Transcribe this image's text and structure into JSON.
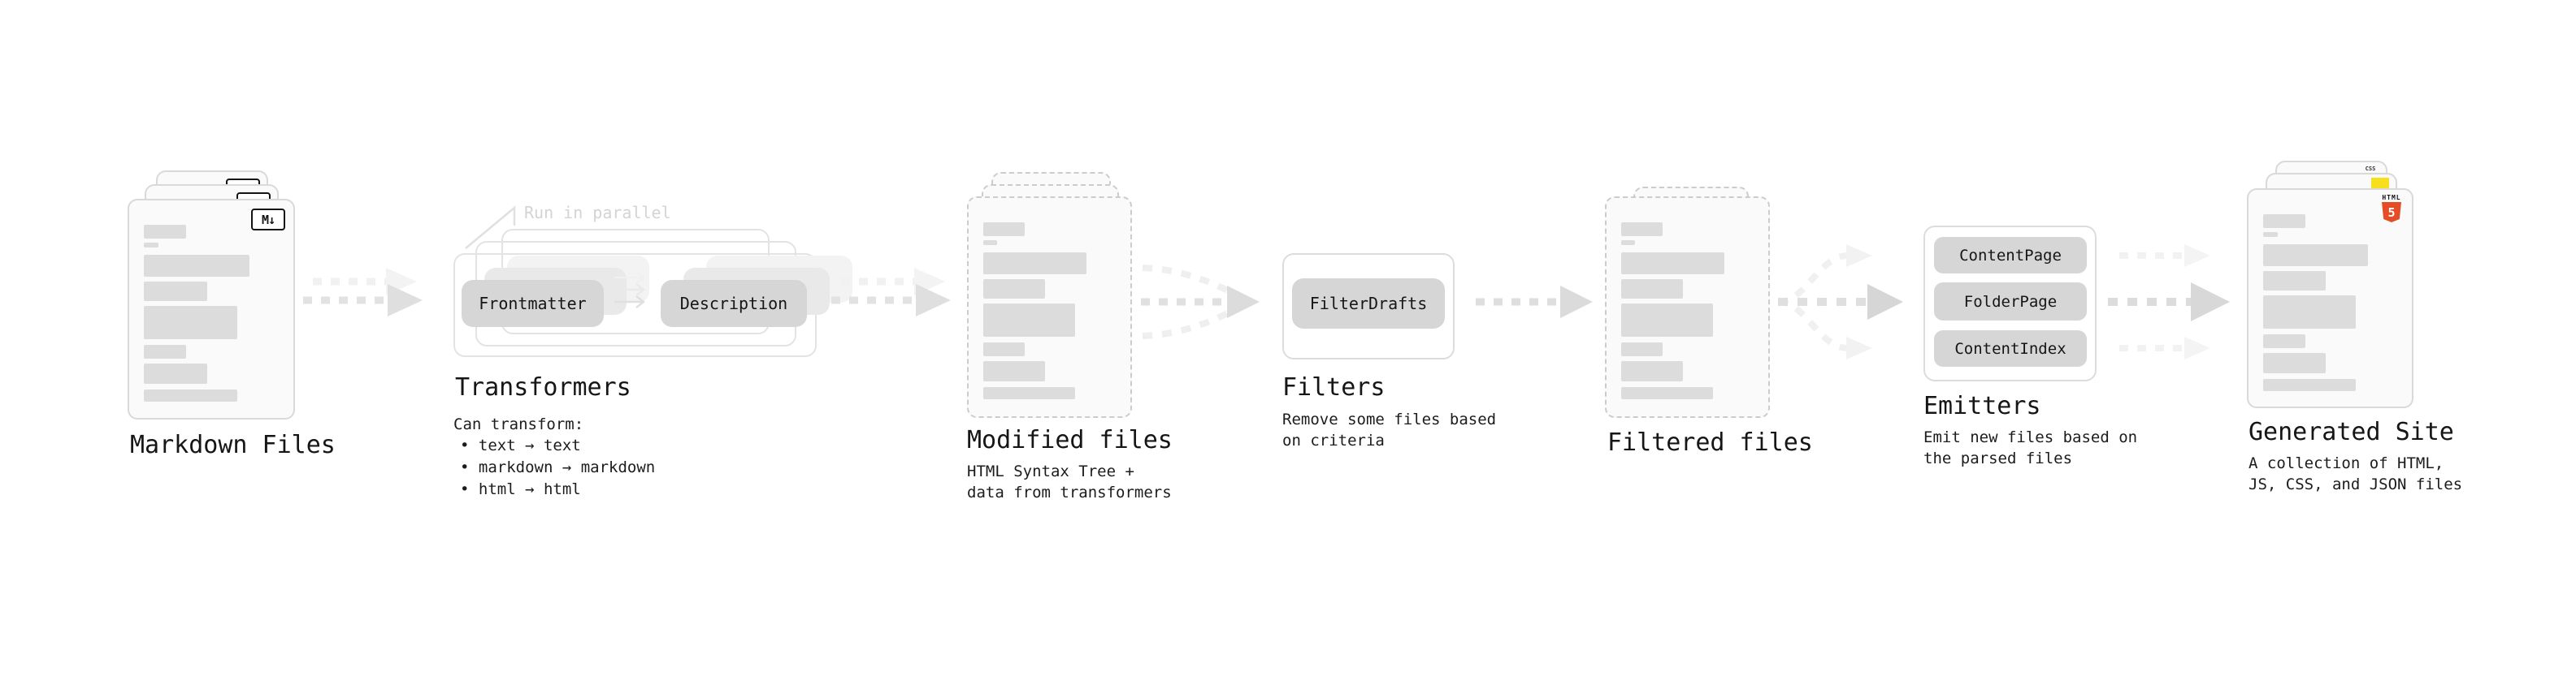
{
  "markdown": {
    "label": "Markdown Files",
    "logo": "M↓"
  },
  "transformers": {
    "annotation": "Run in parallel",
    "frontmatter_button": "Frontmatter",
    "description_button": "Description",
    "label": "Transformers",
    "intro": "Can transform:",
    "bullet1": "• text → text",
    "bullet2": "• markdown → markdown",
    "bullet3": "• html → html"
  },
  "modified": {
    "label": "Modified files",
    "desc1": "HTML Syntax Tree +",
    "desc2": "data from transformers"
  },
  "filters": {
    "filterdrafts_button": "FilterDrafts",
    "label": "Filters",
    "desc1": "Remove some files based",
    "desc2": "on criteria"
  },
  "filtered": {
    "label": "Filtered files"
  },
  "emitters": {
    "contentpage_button": "ContentPage",
    "folderpage_button": "FolderPage",
    "contentindex_button": "ContentIndex",
    "label": "Emitters",
    "desc1": "Emit new files based on",
    "desc2": "the parsed files"
  },
  "generated": {
    "label": "Generated Site",
    "desc1": "A collection of HTML,",
    "desc2": "JS, CSS, and JSON files",
    "html_badge_word": "HTML",
    "html_badge_num": "5",
    "css_badge": "CSS"
  },
  "colors": {
    "html5_orange": "#e44d26",
    "js_yellow": "#f7df1e",
    "css_blue": "#2965f1",
    "card_fill": "#fafafa",
    "bar_gray": "#dcdcdc",
    "arrow_gray": "#dedede",
    "text_dark": "#161616"
  }
}
